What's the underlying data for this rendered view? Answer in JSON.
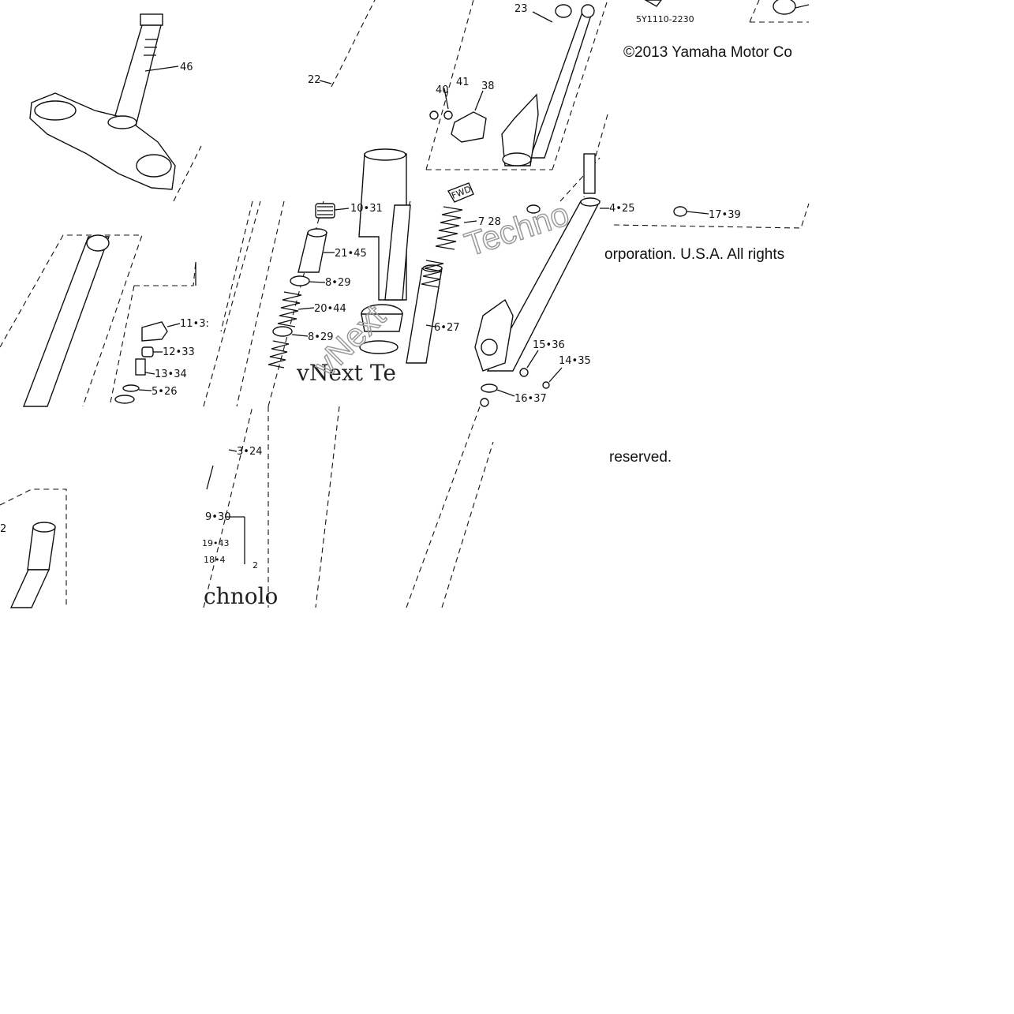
{
  "diagram": {
    "part_code": "5Y1110-2230",
    "copyright_line1": "©2013 Yamaha Motor Co",
    "copyright_line2": "orporation. U.S.A. All rights",
    "copyright_line3": "reserved.",
    "watermark_brand": "vNext Te",
    "watermark_brand_2": "chnolo",
    "watermark_outline_1": "Techno",
    "watermark_outline_2": "vNext",
    "fwd_label": "FWD",
    "callouts": {
      "c46": "46",
      "c22": "22",
      "c23": "23",
      "c40": "40",
      "c41": "41",
      "c38": "38",
      "c10_31": "10•31",
      "c7_28": "7 28",
      "c4_25": "4•25",
      "c17_39": "17•39",
      "c21_45": "21•45",
      "c8_29a": "8•29",
      "c20_44": "20•44",
      "c8_29b": "8•29",
      "c6_27": "6•27",
      "c11_32": "11•3:",
      "c12_33": "12•33",
      "c13_34": "13•34",
      "c5_26": "5•26",
      "c15_36": "15•36",
      "c14_35": "14•35",
      "c16_37": "16•37",
      "c3_24": "3•24",
      "c9_30": "9•30",
      "c19_43": "19•43",
      "c18_4": "18•4",
      "c2": "2",
      "c42": "2"
    }
  }
}
